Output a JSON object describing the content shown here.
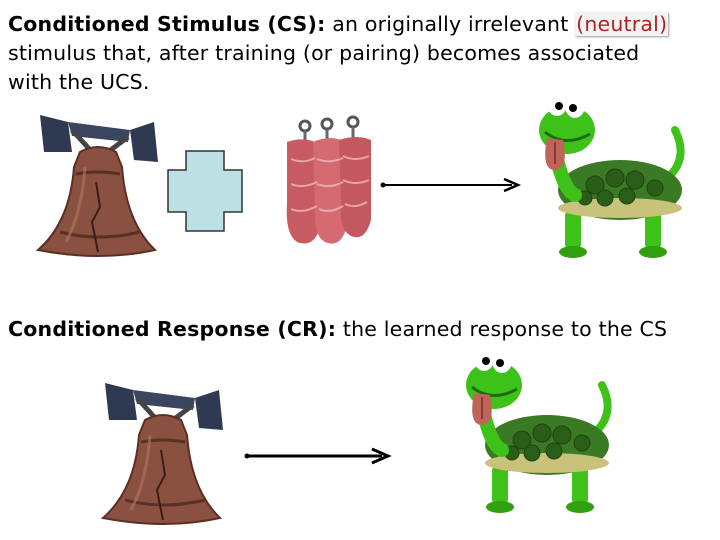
{
  "cs_section": {
    "term": "Conditioned Stimulus (CS):",
    "text_before": " an originally irrelevant ",
    "highlight": "(neutral)",
    "line2": "stimulus that, after training (or pairing) becomes associated",
    "line3": "with the UCS."
  },
  "cr_section": {
    "term": "Conditioned Response (CR):",
    "text": " the learned response to the CS"
  },
  "colors": {
    "highlight_text": "#b22222",
    "plus_fill": "#bde0e4",
    "bell": "#8a5040",
    "bell_frame": "#2f3a52",
    "turtle_shell": "#3b7a24",
    "turtle_skin": "#3ec21a",
    "meat": "#c85a62"
  },
  "icons": [
    "bell-icon",
    "plus-icon",
    "meat-icon",
    "arrow-icon",
    "turtle-icon"
  ]
}
